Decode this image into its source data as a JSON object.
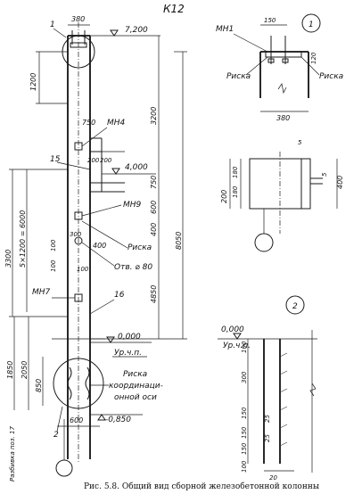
{
  "title": "К12",
  "caption": "Рис. 5.8. Общий вид сборной железобетонной колонны",
  "main_view": {
    "top_width": "380",
    "elev_top": "7,200",
    "dim_1200_top": "1200",
    "dim_3200": "3200",
    "dim_8050": "8050",
    "dim_4850": "4850",
    "dim_3300": "3300",
    "dim_5x1200": "5×1200 = 6000",
    "dim_750": "750",
    "dim_200a": "200",
    "dim_200b": "200",
    "elev_4000": "4,000",
    "dim_750b": "750",
    "dim_600": "600",
    "dim_400": "400",
    "dim_300": "300",
    "dim_400b": "400",
    "dim_100a": "100",
    "dim_100b": "100",
    "dim_100c": "100",
    "dim_1850": "1850",
    "dim_2050": "2050",
    "dim_850": "850",
    "dim_600_bottom": "600",
    "elev_0": "0,000",
    "ur_chp": "Ур.ч.п.",
    "elev_minus": "-0,850",
    "label_mn4": "МН4",
    "label_mn9": "МН9",
    "label_mn7": "МН7",
    "label_riska": "Риска",
    "label_hole": "Отв. ⌀ 80",
    "label_riska_axis_1": "Риска",
    "label_riska_axis_2": "координаци-",
    "label_riska_axis_3": "онной оси",
    "label_razbivka": "Разбивка поз. 17",
    "callout_1": "1",
    "callout_2": "2",
    "callout_15": "15",
    "callout_16": "16"
  },
  "detail_1": {
    "number": "1",
    "label_mn1": "МН1",
    "dim_150": "150",
    "dim_380": "380",
    "dim_120": "120",
    "label_riska_left": "Риска",
    "label_riska_right": "Риска"
  },
  "section_mid": {
    "dim_5a": "5",
    "dim_5b": "5",
    "dim_200": "200",
    "dim_180": "180",
    "dim_180b": "180",
    "dim_400": "400"
  },
  "detail_2": {
    "number": "2",
    "elev_0": "0,000",
    "ur_chp": "Ур.ч.п.",
    "dim_100": "100",
    "dim_300": "300",
    "dim_150a": "150",
    "dim_150b": "150",
    "dim_150c": "150",
    "dim_100b": "100",
    "dim_25a": "25",
    "dim_25b": "25",
    "dim_20": "20"
  }
}
